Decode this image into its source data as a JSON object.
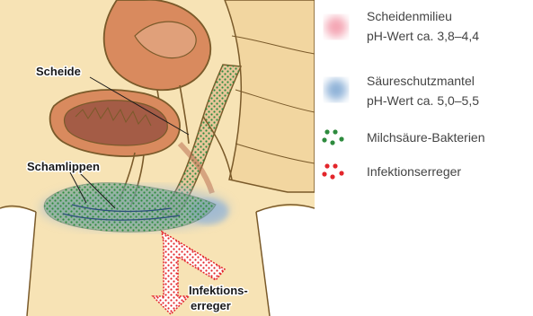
{
  "figure": {
    "labels": {
      "scheide": "Scheide",
      "schamlippen": "Schamlippen",
      "infektions_line1": "Infektions-",
      "infektions_line2": "erreger"
    }
  },
  "legend": {
    "items": [
      {
        "line1": "Scheidenmilieu",
        "line2": "pH-Wert ca. 3,8–4,4",
        "swatch": "pink-blur-icon",
        "color": "#f4a6b4"
      },
      {
        "line1": "Säureschutzmantel",
        "line2": "pH-Wert ca. 5,0–5,5",
        "swatch": "blue-blur-icon",
        "color": "#8fb2d8"
      },
      {
        "line1": "Milchsäure-Bakterien",
        "swatch": "green-dots-icon",
        "color": "#2e8b3e"
      },
      {
        "line1": "Infektionserreger",
        "swatch": "red-dots-icon",
        "color": "#e3262b"
      }
    ]
  },
  "colors": {
    "background": "#f7e3b5",
    "skin_outline": "#7a5a2a",
    "organ_fill": "#d98a5e",
    "organ_dark": "#b5664a",
    "uterus_inner": "#a45c46",
    "bacteria_green": "#2e8b3e",
    "pathogen_red": "#e3262b"
  }
}
